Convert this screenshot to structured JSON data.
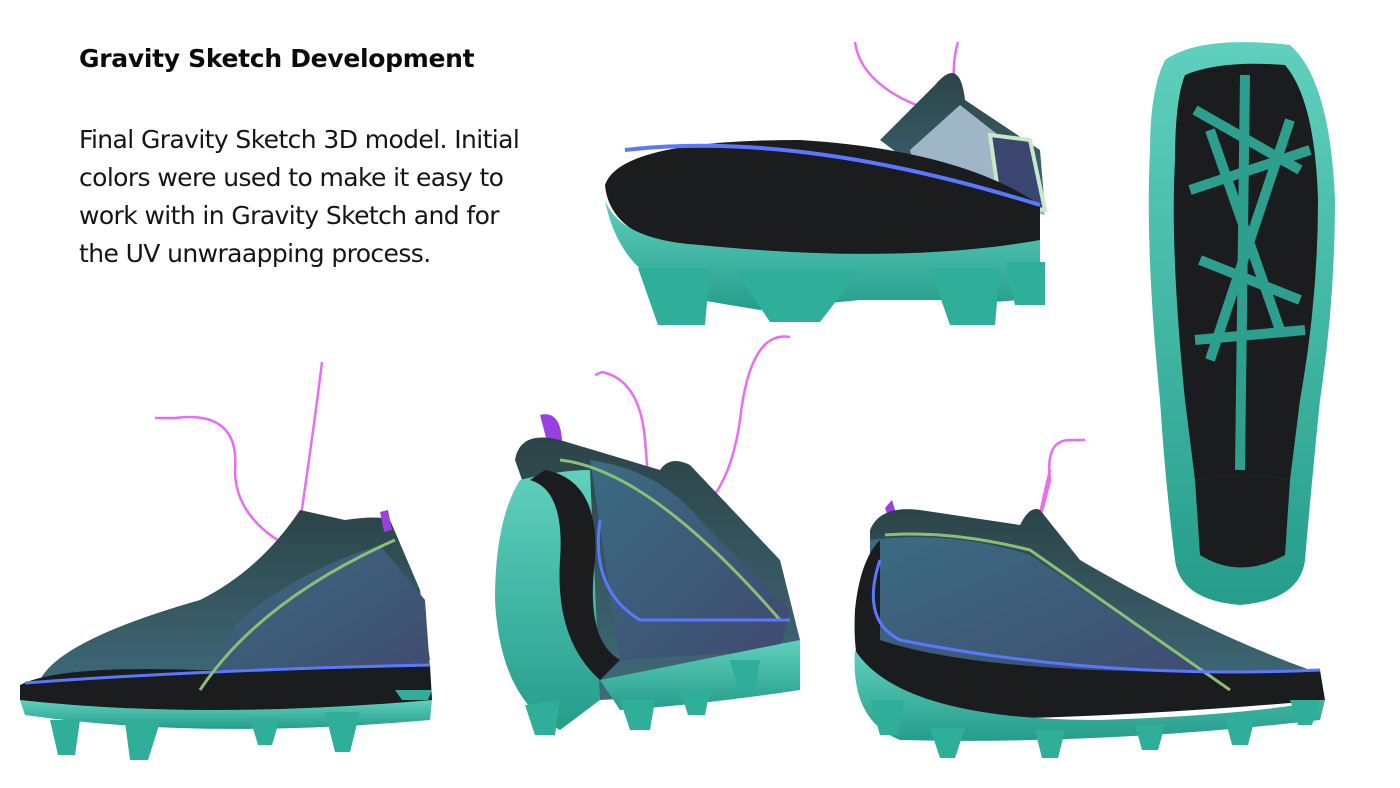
{
  "heading": "Gravity Sketch Development",
  "description": {
    "lines": [
      "Final Gravity Sketch 3D model. Initial",
      "colors were used to make it easy to",
      "work with in Gravity Sketch and for",
      "the UV unwraapping process."
    ]
  },
  "views": [
    {
      "name": "low-front-angle-view"
    },
    {
      "name": "outsole-bottom-view"
    },
    {
      "name": "lateral-side-view"
    },
    {
      "name": "rear-three-quarter-view"
    },
    {
      "name": "medial-side-view"
    }
  ],
  "colors": {
    "sole_teal": "#2fae9a",
    "sole_teal_light": "#6fd6c4",
    "band_black": "#1b1c1e",
    "upper_navy": "#3e4d72",
    "upper_slate": "#3b5d6d",
    "collar_dark": "#2f4c50",
    "piping_blue": "#5a78ff",
    "piping_green": "#8bbf74",
    "lace_pink": "#e86df2",
    "pull_tab_purple": "#9a3fe0"
  }
}
